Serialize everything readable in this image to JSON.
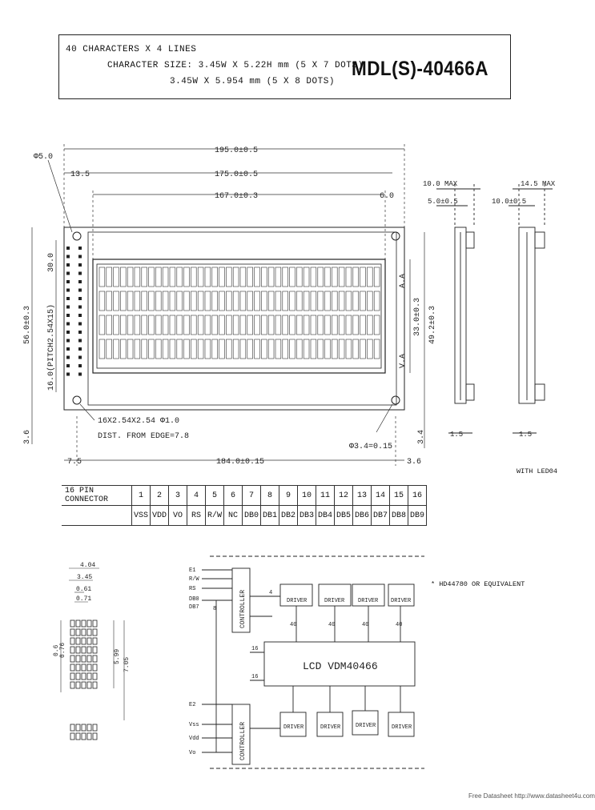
{
  "header": {
    "line1": "40 CHARACTERS X 4 LINES",
    "line2": "CHARACTER SIZE: 3.45W X 5.22H mm (5 X 7 DOTS)",
    "line3": "3.45W X 5.954 mm (5 X 8 DOTS)",
    "model": "MDL(S)-40466A"
  },
  "front": {
    "dim_overall": "195.0±0.5",
    "dim_pcb": "175.0±0.5",
    "dim_va": "167.0±0.3",
    "dim_left": "13.5",
    "dim_right": "6.0",
    "dim_hole_pitch": "184.0±0.15",
    "dim_bot_left": "7.5",
    "dim_bot_right": "3.6",
    "dim_height": "56.0±0.3",
    "dim_pitch": "16.0(PITCH2.54X15)",
    "dim_30": "30.0",
    "dim_va_h": "33.0±0.3",
    "dim_vah2": "49.2±0.3",
    "dim_36": "3.6",
    "dim_34": "3.4",
    "phi": "Φ5.0",
    "label_va": "V.A",
    "label_aa": "A.A",
    "note_pins": "16X2.54X2.54 Φ1.0",
    "note_edge": "DIST. FROM EDGE=7.8",
    "note_hole": "Φ3.4=0.15"
  },
  "side": {
    "dim_a": "10.0 MAX",
    "dim_b": "5.0±0.5",
    "dim_c": "1.5",
    "dim_d": "14.5 MAX",
    "dim_e": "10.0±0.5",
    "dim_f": "1.5",
    "note": "WITH LED04"
  },
  "pins": {
    "header_label": "16 PIN CONNECTOR",
    "numbers": [
      "1",
      "2",
      "3",
      "4",
      "5",
      "6",
      "7",
      "8",
      "9",
      "10",
      "11",
      "12",
      "13",
      "14",
      "15",
      "16"
    ],
    "names": [
      "VSS",
      "VDD",
      "VO",
      "RS",
      "R/W",
      "NC",
      "DB0",
      "DB1",
      "DB2",
      "DB3",
      "DB4",
      "DB5",
      "DB6",
      "DB7",
      "DB8",
      "DB9"
    ]
  },
  "detail": {
    "d1": "4.04",
    "d2": "3.45",
    "d3": "0.61",
    "d4": "0.71",
    "d5": "0.6",
    "d6": "0.76",
    "d7": "5.99",
    "d8": "7.05"
  },
  "block": {
    "note": "* HD44780 OR EQUIVALENT",
    "lcd": "LCD VDM40466",
    "controller": "CONTROLLER",
    "driver": "DRIVER",
    "inputs_top": [
      "E1",
      "R/W",
      "RS",
      "DB0",
      "DB7"
    ],
    "inputs_bot": [
      "E2",
      "Vss",
      "Vdd",
      "Vo"
    ],
    "bus_8": "8",
    "n16": "16",
    "n40": "40",
    "n4": "4"
  },
  "credit": "Free Datasheet http://www.datasheet4u.com"
}
